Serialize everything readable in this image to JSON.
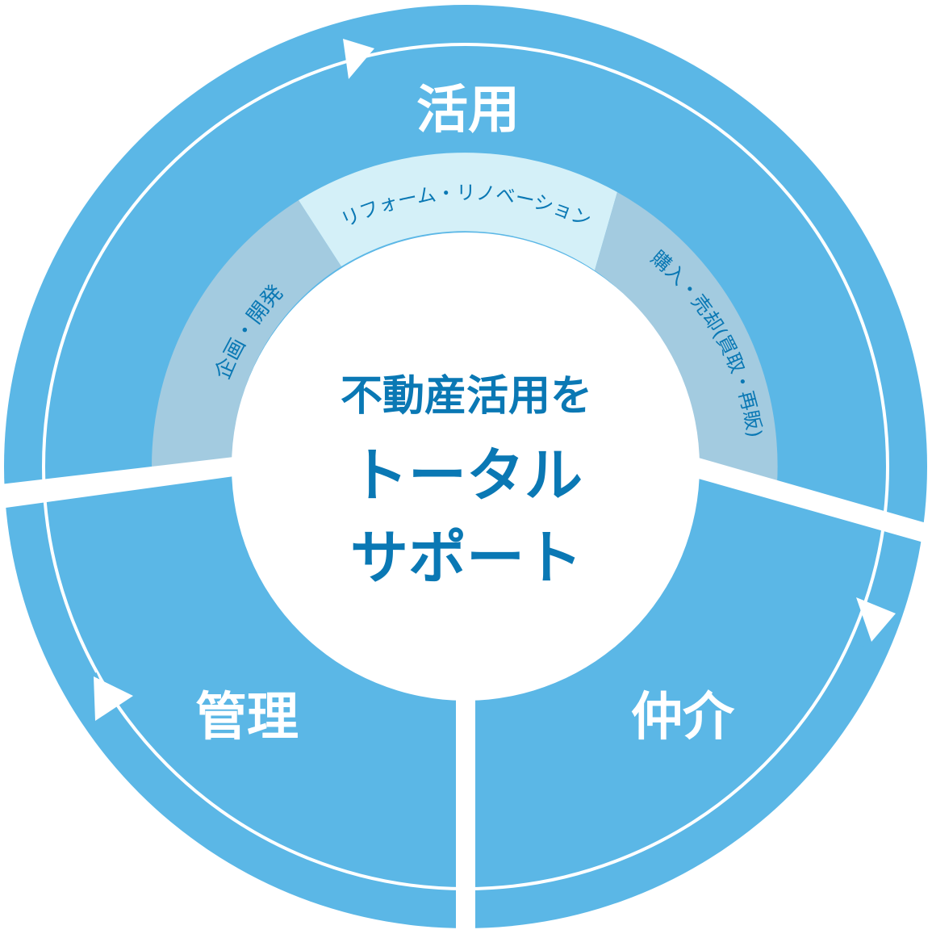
{
  "diagram": {
    "center": {
      "line1": "不動産活用を",
      "line2": "トータル",
      "line3": "サポート"
    },
    "sectors": [
      {
        "id": "katsuyo",
        "label": "活用"
      },
      {
        "id": "chukai",
        "label": "仲介"
      },
      {
        "id": "kanri",
        "label": "管理"
      }
    ],
    "inner_band": [
      {
        "id": "kikaku",
        "label": "企画・開発"
      },
      {
        "id": "reform",
        "label": "リフォーム・リノベーション"
      },
      {
        "id": "konyu",
        "label": "購入・売却(買取・再販)"
      }
    ],
    "colors": {
      "sector_fill": "#5bb7e6",
      "band_dark": "#a3cbe0",
      "band_light": "#d4f0f8",
      "center_text": "#0a78b4",
      "band_text": "#0a78b4",
      "sector_text": "#ffffff",
      "ring": "#ffffff"
    }
  }
}
